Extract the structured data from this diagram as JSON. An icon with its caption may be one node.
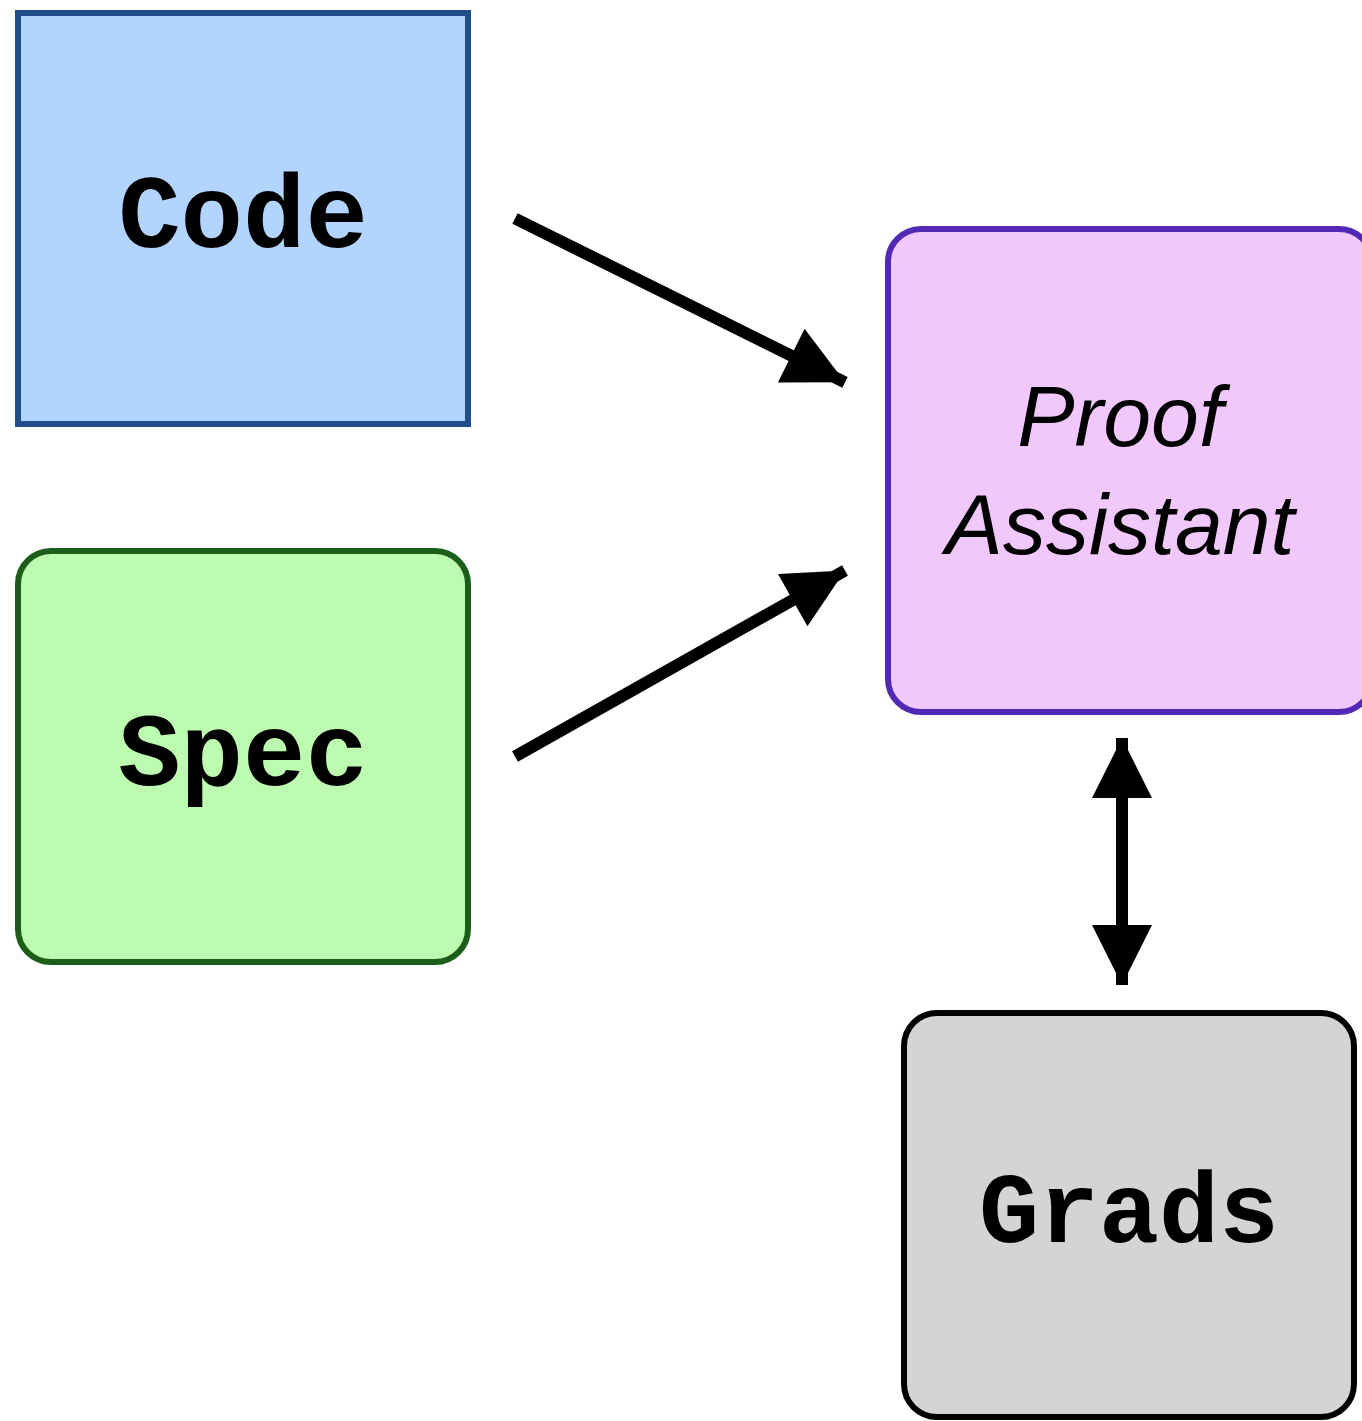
{
  "diagram": {
    "nodes": [
      {
        "text": [
          "Code"
        ]
      },
      {
        "text": [
          "Spec"
        ]
      },
      {
        "text": [
          "Proof Assistant"
        ]
      },
      {
        "text": [
          "Grads"
        ]
      }
    ],
    "edges": [
      {
        "from": 0,
        "to": 2,
        "arrow": "to"
      },
      {
        "from": 1,
        "to": 2,
        "arrow": "to"
      },
      {
        "from": 2,
        "to": 3,
        "arrow": "both"
      }
    ]
  }
}
